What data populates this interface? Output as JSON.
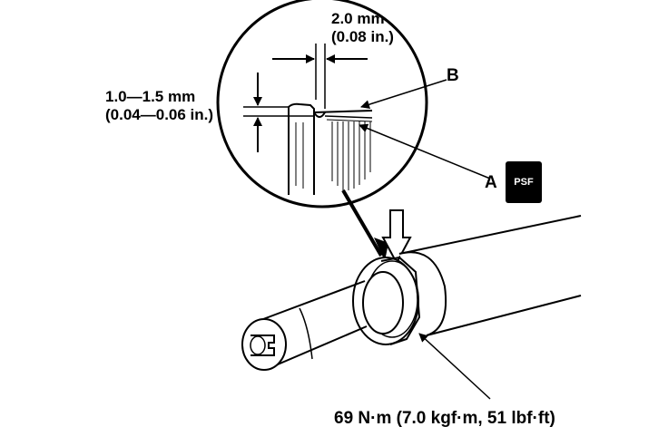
{
  "labels": {
    "gap_width": "2.0 mm",
    "gap_width_in": "(0.08 in.)",
    "gap_depth": "1.0—1.5 mm",
    "gap_depth_in": "(0.04—0.06 in.)",
    "callout_b": "B",
    "callout_a": "A",
    "torque": "69 N·m (7.0 kgf·m, 51 lbf·ft)"
  },
  "badge": {
    "text": "PSF",
    "icon": "power-steering-fluid-icon"
  },
  "colors": {
    "ink": "#000000",
    "paper": "#ffffff"
  }
}
